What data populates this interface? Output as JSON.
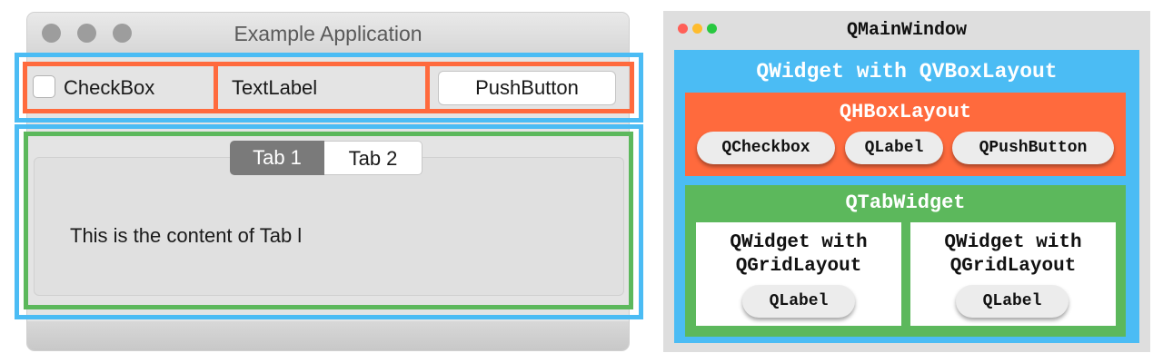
{
  "window": {
    "title": "Example Application",
    "checkbox_label": "CheckBox",
    "text_label": "TextLabel",
    "push_button_label": "PushButton",
    "tabs": [
      {
        "label": "Tab 1",
        "selected": true
      },
      {
        "label": "Tab 2",
        "selected": false
      }
    ],
    "tab_content": "This is the content of Tab l"
  },
  "diagram": {
    "title": "QMainWindow",
    "vbox_label": "QWidget with QVBoxLayout",
    "hbox": {
      "label": "QHBoxLayout",
      "items": [
        "QCheckbox",
        "QLabel",
        "QPushButton"
      ]
    },
    "tabwidget": {
      "label": "QTabWidget",
      "pages": [
        {
          "line1": "QWidget with",
          "line2": "QGridLayout",
          "child": "QLabel"
        },
        {
          "line1": "QWidget with",
          "line2": "QGridLayout",
          "child": "QLabel"
        }
      ]
    },
    "window_dot_colors": [
      "#ff5f57",
      "#febc2e",
      "#28c840"
    ]
  },
  "colors": {
    "vbox_blue": "#4bbcf4",
    "hbox_orange": "#ff6a3d",
    "tabwidget_green": "#5cb85c"
  }
}
